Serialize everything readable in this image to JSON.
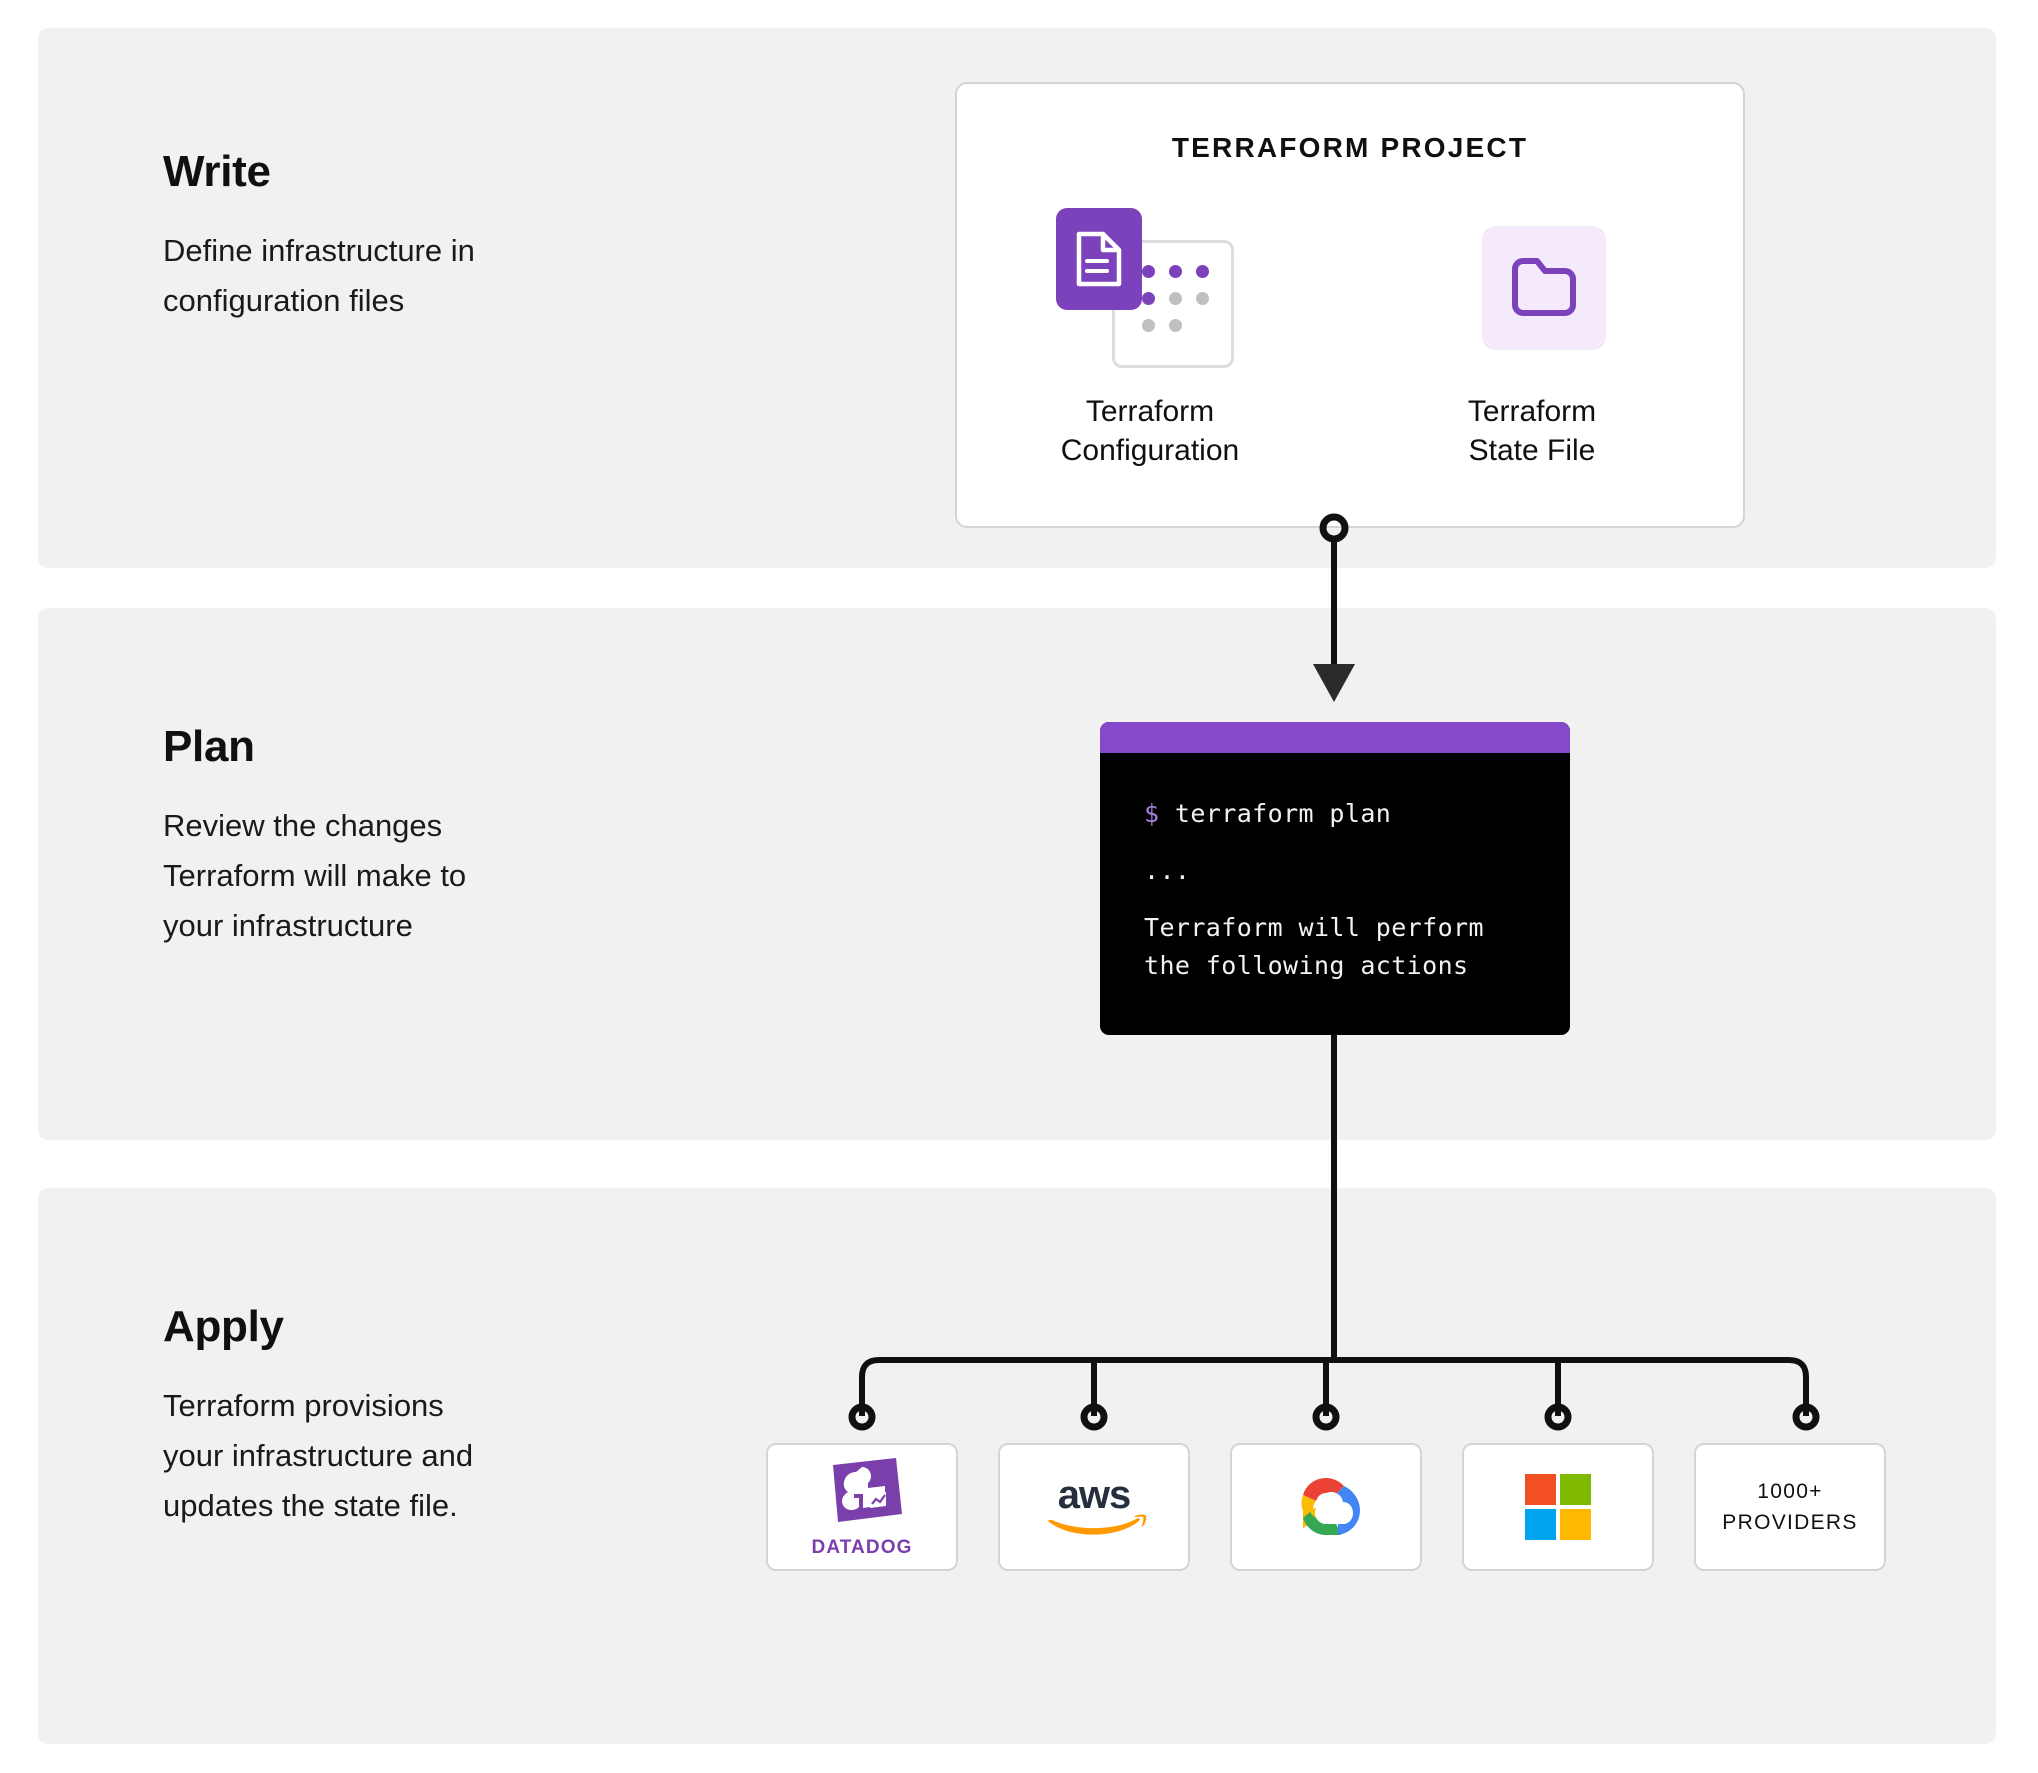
{
  "steps": [
    {
      "key": "write",
      "title": "Write",
      "description": "Define infrastructure in\nconfiguration files"
    },
    {
      "key": "plan",
      "title": "Plan",
      "description": "Review the changes\nTerraform will make to\nyour infrastructure"
    },
    {
      "key": "apply",
      "title": "Apply",
      "description": "Terraform provisions\nyour infrastructure and\nupdates the state file."
    }
  ],
  "project_card": {
    "title": "TERRAFORM PROJECT",
    "assets": [
      {
        "name": "terraform-configuration",
        "label": "Terraform\nConfiguration"
      },
      {
        "name": "terraform-state-file",
        "label": "Terraform\nState File"
      }
    ]
  },
  "terminal": {
    "prompt_sigil": "$",
    "command": " terraform plan",
    "ellipsis": "...",
    "output_line_1": "Terraform will perform",
    "output_line_2": "the following actions"
  },
  "providers": [
    {
      "name": "datadog",
      "label": "DATADOG"
    },
    {
      "name": "aws",
      "label": "aws"
    },
    {
      "name": "google-cloud",
      "label": ""
    },
    {
      "name": "microsoft",
      "label": ""
    },
    {
      "name": "more",
      "label": "1000+\nPROVIDERS"
    }
  ],
  "colors": {
    "panel_background": "#f1f1f1",
    "page_background": "#ffffff",
    "terraform_purple": "#7b42bc",
    "terminal_bar_purple": "#8549ca",
    "terminal_background": "#000000",
    "state_tile_purple": "#f4eafc",
    "card_border": "#d4d4d4",
    "connector": "#101010",
    "dot_active": "#7b42bc",
    "dot_inactive": "#c0c0c0",
    "aws_orange": "#ff9900",
    "aws_dark": "#252f3e",
    "gcp_red": "#ea4335",
    "gcp_yellow": "#fbbc04",
    "gcp_green": "#34a853",
    "gcp_blue": "#4285f4",
    "ms_red": "#f25022",
    "ms_green": "#7fba00",
    "ms_blue": "#00a4ef",
    "ms_yellow": "#ffb900",
    "datadog_purple": "#7a3faa"
  }
}
